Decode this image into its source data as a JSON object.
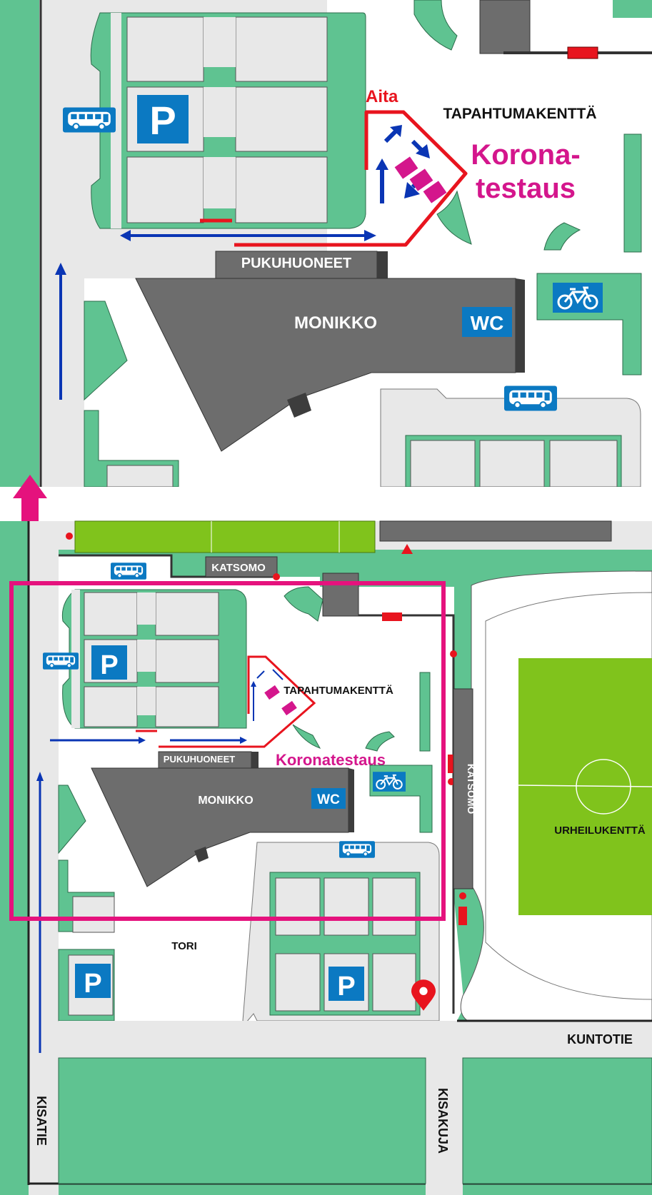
{
  "colors": {
    "green": "#5fc391",
    "lime": "#80c31c",
    "road": "#e8e8e8",
    "building": "#6d6d6d",
    "building_dark": "#3d3d3d",
    "blue_sign": "#0b79c2",
    "red": "#e8141e",
    "magenta": "#d4168c",
    "route_blue": "#0a35b4"
  },
  "detail": {
    "fence_label": "Aita",
    "event_field": "TAPAHTUMAKENTTÄ",
    "testing_line1": "Korona-",
    "testing_line2": "testaus",
    "changing_rooms": "PUKUHUONEET",
    "building": "MONIKKO",
    "wc": "WC",
    "parking": "P"
  },
  "overview": {
    "stand_top": "KATSOMO",
    "event_field": "TAPAHTUMAKENTTÄ",
    "testing": "Koronatestaus",
    "changing_rooms": "PUKUHUONEET",
    "building": "MONIKKO",
    "wc": "WC",
    "stand_side": "KATSOMO",
    "sports_field": "URHEILUKENTTÄ",
    "square": "TORI",
    "parking": "P",
    "road_kuntotie": "KUNTOTIE",
    "road_kisatie": "KISATIE",
    "road_kisakuja": "KISAKUJA"
  },
  "icons": {
    "bus": "bus-icon",
    "bike": "bicycle-icon",
    "pin": "location-pin-icon",
    "parking": "parking-sign-icon",
    "arrow": "arrow-icon"
  }
}
